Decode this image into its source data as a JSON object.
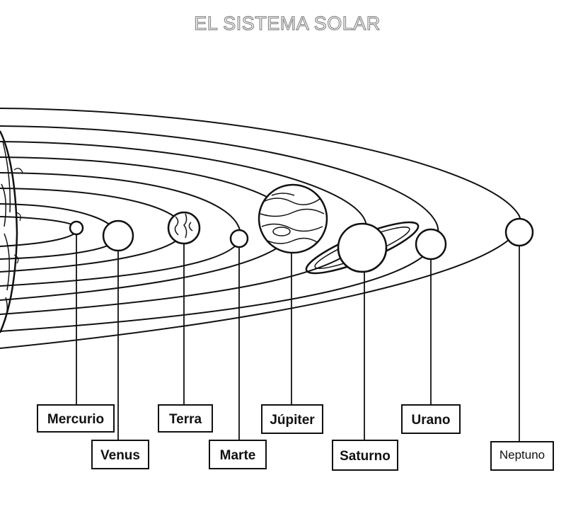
{
  "title": "EL SISTEMA SOLAR",
  "planets": [
    {
      "key": "mercurio",
      "label": "Mercurio"
    },
    {
      "key": "venus",
      "label": "Venus"
    },
    {
      "key": "terra",
      "label": "Terra"
    },
    {
      "key": "marte",
      "label": "Marte"
    },
    {
      "key": "jupiter",
      "label": "Júpiter"
    },
    {
      "key": "saturno",
      "label": "Saturno"
    },
    {
      "key": "urano",
      "label": "Urano"
    },
    {
      "key": "neptuno",
      "label": "Neptuno"
    }
  ],
  "colors": {
    "ink": "#111111",
    "title_outline": "#8a8a8a",
    "background": "#ffffff"
  }
}
